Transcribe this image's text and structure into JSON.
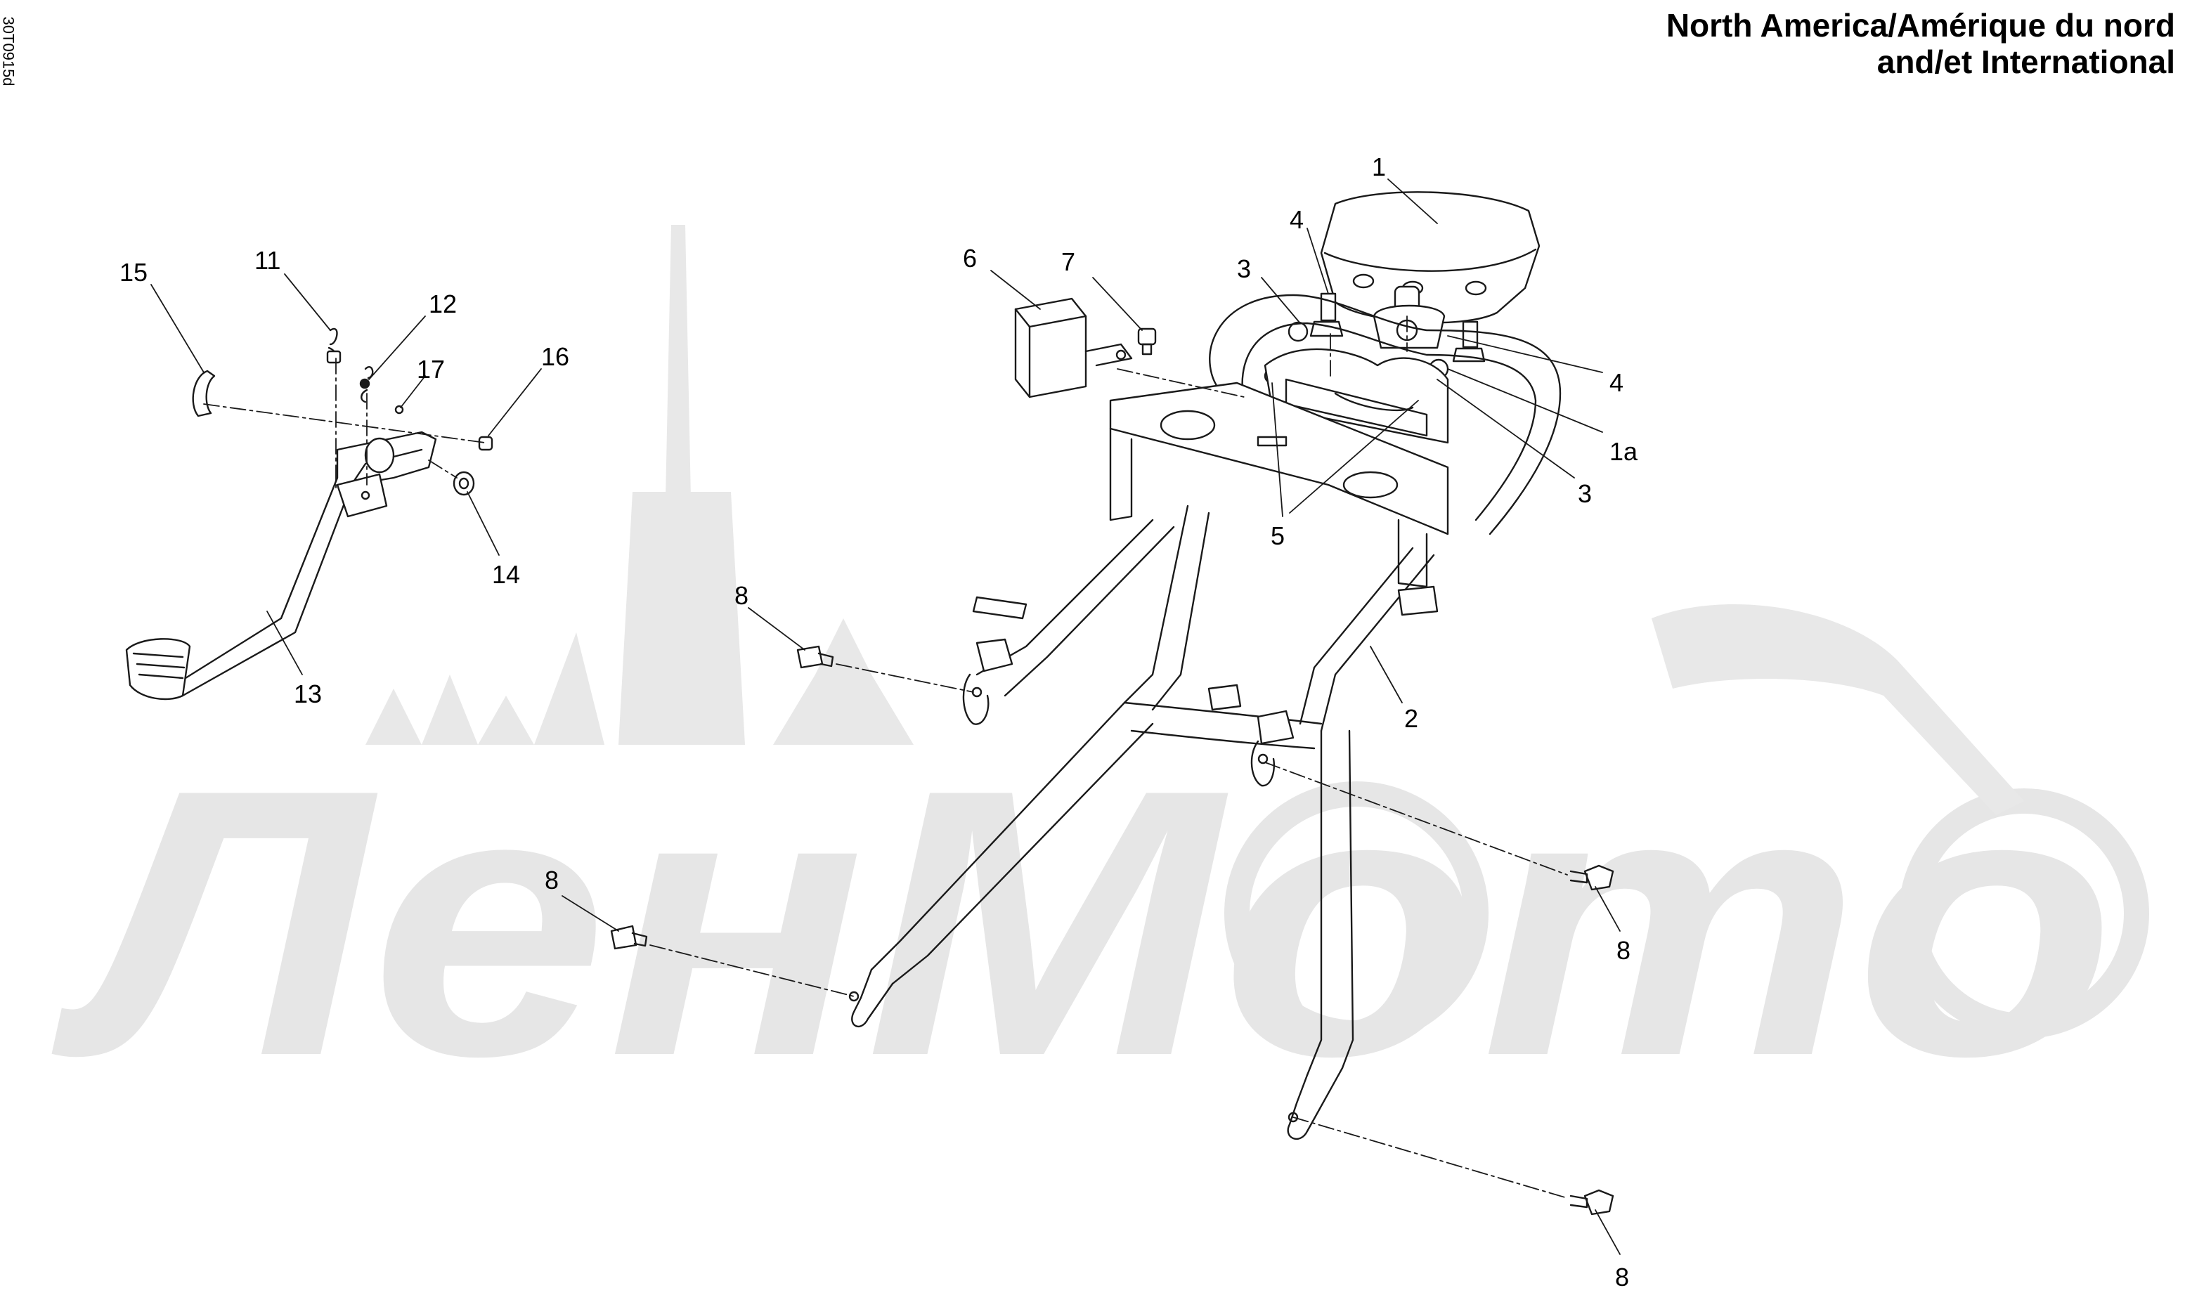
{
  "header": {
    "region_line1": "North America/Amérique du nord",
    "region_line2": "and/et International",
    "drawing_code": "30T0915d"
  },
  "watermark": {
    "text": "ЛенМото"
  },
  "callouts": {
    "p1": "1",
    "p1a": "1a",
    "p2": "2",
    "p3a": "3",
    "p3b": "3",
    "p4a": "4",
    "p4b": "4",
    "p5": "5",
    "p6": "6",
    "p7": "7",
    "p8a": "8",
    "p8b": "8",
    "p8c": "8",
    "p8d": "8",
    "p11": "11",
    "p12": "12",
    "p13": "13",
    "p14": "14",
    "p15": "15",
    "p16": "16",
    "p17": "17"
  },
  "colors": {
    "line": "#1a1a1a",
    "watermark": "#e6e6e6"
  }
}
